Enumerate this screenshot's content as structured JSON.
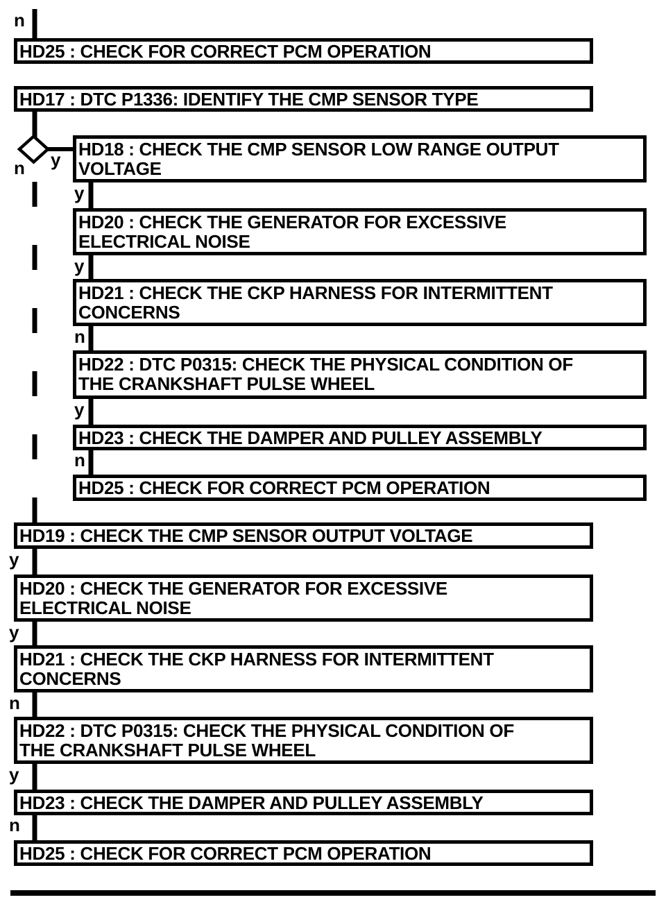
{
  "palette": {
    "ink": "#000000",
    "paper": "#ffffff"
  },
  "branch_labels": {
    "top_entry": "n",
    "decision_yes": "y",
    "decision_no": "n",
    "yes_branch": [
      "y",
      "y",
      "n",
      "y",
      "n"
    ],
    "no_branch": [
      "y",
      "y",
      "n",
      "y",
      "n"
    ]
  },
  "nodes": {
    "top_hd25": {
      "lines": [
        "HD25 : CHECK FOR CORRECT PCM OPERATION"
      ]
    },
    "hd17": {
      "lines": [
        "HD17 : DTC P1336: IDENTIFY THE CMP SENSOR TYPE"
      ]
    },
    "yes_hd18": {
      "lines": [
        "HD18 : CHECK THE CMP SENSOR LOW RANGE OUTPUT",
        "VOLTAGE"
      ]
    },
    "yes_hd20": {
      "lines": [
        "HD20 : CHECK THE GENERATOR FOR EXCESSIVE",
        "ELECTRICAL NOISE"
      ]
    },
    "yes_hd21": {
      "lines": [
        "HD21 : CHECK THE CKP HARNESS FOR INTERMITTENT",
        "CONCERNS"
      ]
    },
    "yes_hd22": {
      "lines": [
        "HD22 : DTC P0315: CHECK THE PHYSICAL CONDITION OF",
        "THE CRANKSHAFT PULSE WHEEL"
      ]
    },
    "yes_hd23": {
      "lines": [
        "HD23 : CHECK THE DAMPER AND PULLEY ASSEMBLY"
      ]
    },
    "yes_hd25": {
      "lines": [
        "HD25 : CHECK FOR CORRECT PCM OPERATION"
      ]
    },
    "no_hd19": {
      "lines": [
        "HD19 : CHECK THE CMP SENSOR OUTPUT VOLTAGE"
      ]
    },
    "no_hd20": {
      "lines": [
        "HD20 : CHECK THE GENERATOR FOR EXCESSIVE",
        "ELECTRICAL NOISE"
      ]
    },
    "no_hd21": {
      "lines": [
        "HD21 : CHECK THE CKP HARNESS FOR INTERMITTENT",
        "CONCERNS"
      ]
    },
    "no_hd22": {
      "lines": [
        "HD22 : DTC P0315: CHECK THE PHYSICAL CONDITION OF",
        "THE CRANKSHAFT PULSE WHEEL"
      ]
    },
    "no_hd23": {
      "lines": [
        "HD23 : CHECK THE DAMPER AND PULLEY ASSEMBLY"
      ]
    },
    "no_hd25": {
      "lines": [
        "HD25 : CHECK FOR CORRECT PCM OPERATION"
      ]
    }
  }
}
